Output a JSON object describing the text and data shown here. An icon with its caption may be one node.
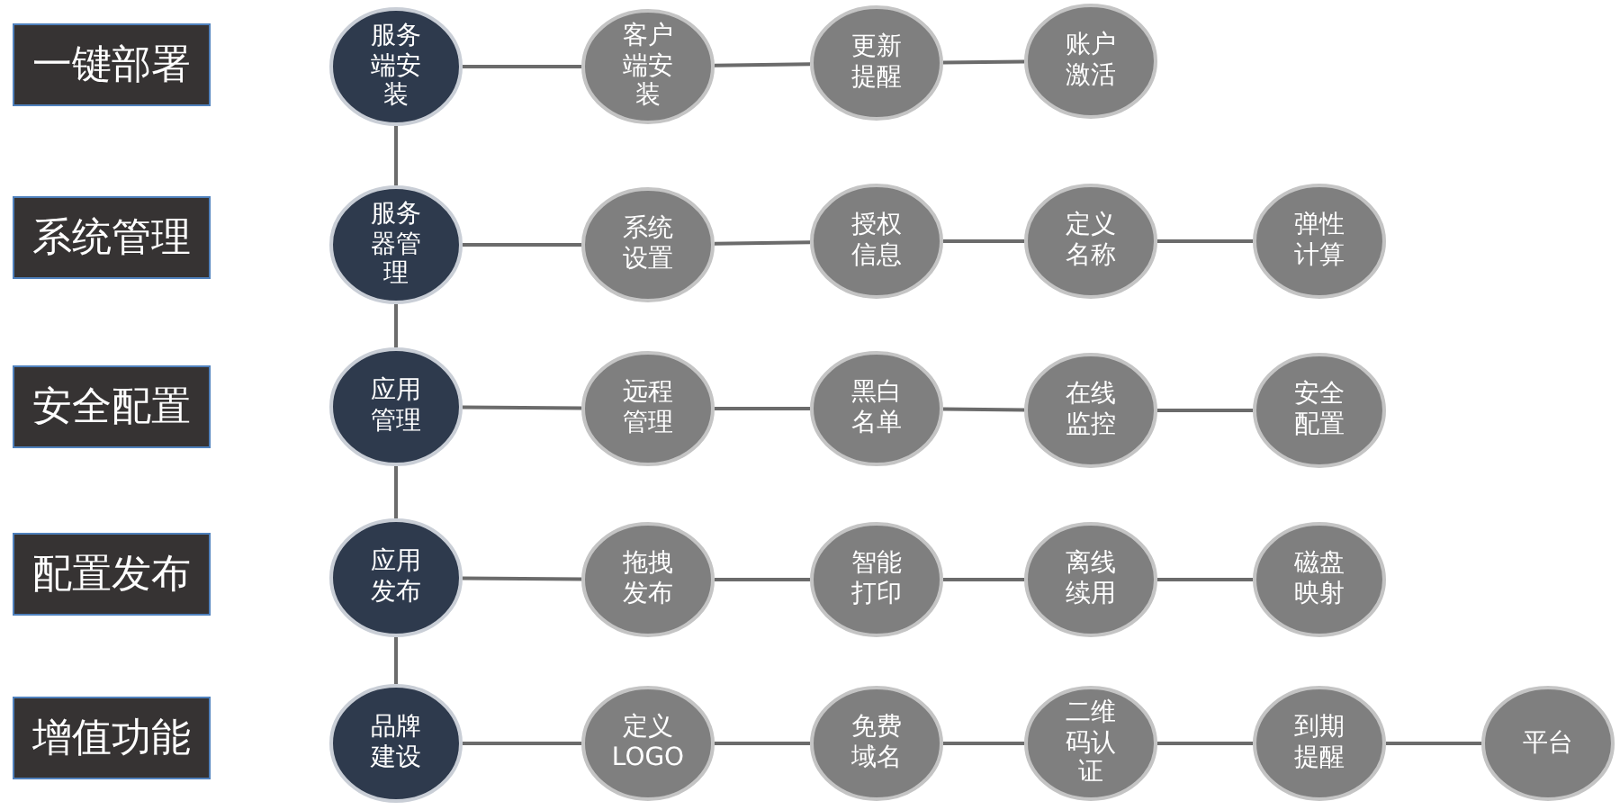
{
  "diagram": {
    "nodes": [
      {
        "text": [
          "一键部署"
        ]
      },
      {
        "text": [
          "服务端安装"
        ]
      },
      {
        "text": [
          "客户端安装"
        ]
      },
      {
        "text": [
          "更新提醒"
        ]
      },
      {
        "text": [
          "账户激活"
        ]
      },
      {
        "text": [
          "系统管理"
        ]
      },
      {
        "text": [
          "服务器管理"
        ]
      },
      {
        "text": [
          "系统设置"
        ]
      },
      {
        "text": [
          "授权信息"
        ]
      },
      {
        "text": [
          "定义名称"
        ]
      },
      {
        "text": [
          "弹性计算"
        ]
      },
      {
        "text": [
          "安全配置"
        ]
      },
      {
        "text": [
          "应用管理"
        ]
      },
      {
        "text": [
          "远程管理"
        ]
      },
      {
        "text": [
          "黑白名单"
        ]
      },
      {
        "text": [
          "在线监控"
        ]
      },
      {
        "text": [
          "安全配置"
        ]
      },
      {
        "text": [
          "配置发布"
        ]
      },
      {
        "text": [
          "应用发布"
        ]
      },
      {
        "text": [
          "拖拽发布"
        ]
      },
      {
        "text": [
          "智能打印"
        ]
      },
      {
        "text": [
          "离线续用"
        ]
      },
      {
        "text": [
          "磁盘映射"
        ]
      },
      {
        "text": [
          "增值功能"
        ]
      },
      {
        "text": [
          "品牌建设"
        ]
      },
      {
        "text": [
          "定义LOGO"
        ]
      },
      {
        "text": [
          "免费域名"
        ]
      },
      {
        "text": [
          "二维码认证"
        ]
      },
      {
        "text": [
          "到期提醒"
        ]
      },
      {
        "text": [
          "平台"
        ]
      }
    ],
    "edges": [
      {
        "from": 1,
        "to": 2,
        "arrow": "none"
      },
      {
        "from": 2,
        "to": 3,
        "arrow": "none"
      },
      {
        "from": 3,
        "to": 4,
        "arrow": "none"
      },
      {
        "from": 1,
        "to": 6,
        "arrow": "none"
      },
      {
        "from": 6,
        "to": 7,
        "arrow": "none"
      },
      {
        "from": 7,
        "to": 8,
        "arrow": "none"
      },
      {
        "from": 8,
        "to": 9,
        "arrow": "none"
      },
      {
        "from": 9,
        "to": 10,
        "arrow": "none"
      },
      {
        "from": 6,
        "to": 12,
        "arrow": "none"
      },
      {
        "from": 12,
        "to": 13,
        "arrow": "none"
      },
      {
        "from": 13,
        "to": 14,
        "arrow": "none"
      },
      {
        "from": 14,
        "to": 15,
        "arrow": "none"
      },
      {
        "from": 15,
        "to": 16,
        "arrow": "none"
      },
      {
        "from": 12,
        "to": 18,
        "arrow": "none"
      },
      {
        "from": 18,
        "to": 19,
        "arrow": "none"
      },
      {
        "from": 19,
        "to": 20,
        "arrow": "none"
      },
      {
        "from": 20,
        "to": 21,
        "arrow": "none"
      },
      {
        "from": 21,
        "to": 22,
        "arrow": "none"
      },
      {
        "from": 18,
        "to": 24,
        "arrow": "none"
      },
      {
        "from": 24,
        "to": 25,
        "arrow": "none"
      },
      {
        "from": 25,
        "to": 26,
        "arrow": "none"
      },
      {
        "from": 26,
        "to": 27,
        "arrow": "none"
      },
      {
        "from": 27,
        "to": 28,
        "arrow": "none"
      },
      {
        "from": 28,
        "to": 29,
        "arrow": "none"
      }
    ]
  }
}
